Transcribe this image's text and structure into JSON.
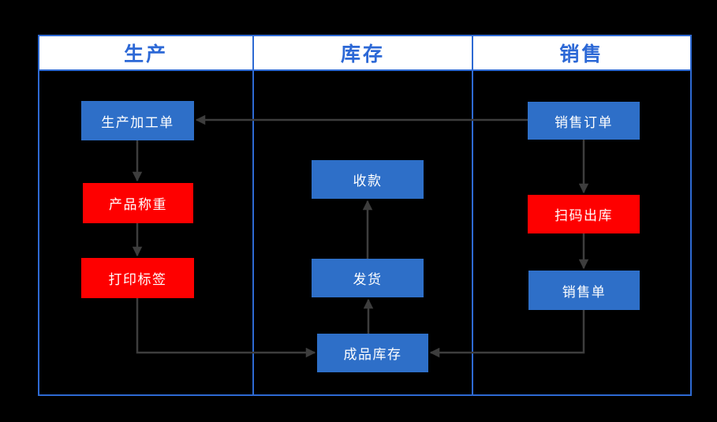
{
  "diagram": {
    "type": "flowchart-swimlane",
    "lanes": [
      {
        "label": "生产"
      },
      {
        "label": "库存"
      },
      {
        "label": "销售"
      }
    ],
    "nodes": [
      {
        "id": "production-order",
        "label": "生产加工单",
        "lane": "生产",
        "color": "#2e6fc8"
      },
      {
        "id": "product-weighing",
        "label": "产品称重",
        "lane": "生产",
        "color": "#fe0000"
      },
      {
        "id": "print-label",
        "label": "打印标签",
        "lane": "生产",
        "color": "#fe0000"
      },
      {
        "id": "receive-payment",
        "label": "收款",
        "lane": "库存",
        "color": "#2e6fc8"
      },
      {
        "id": "shipping",
        "label": "发货",
        "lane": "库存",
        "color": "#2e6fc8"
      },
      {
        "id": "finished-goods-inventory",
        "label": "成品库存",
        "lane": "库存",
        "color": "#2e6fc8"
      },
      {
        "id": "sales-order",
        "label": "销售订单",
        "lane": "销售",
        "color": "#2e6fc8"
      },
      {
        "id": "scan-outbound",
        "label": "扫码出库",
        "lane": "销售",
        "color": "#fe0000"
      },
      {
        "id": "sales-invoice",
        "label": "销售单",
        "lane": "销售",
        "color": "#2e6fc8"
      }
    ],
    "edges": [
      {
        "from": "sales-order",
        "to": "production-order"
      },
      {
        "from": "production-order",
        "to": "product-weighing"
      },
      {
        "from": "product-weighing",
        "to": "print-label"
      },
      {
        "from": "print-label",
        "to": "finished-goods-inventory"
      },
      {
        "from": "sales-order",
        "to": "scan-outbound"
      },
      {
        "from": "scan-outbound",
        "to": "sales-invoice"
      },
      {
        "from": "sales-invoice",
        "to": "finished-goods-inventory"
      },
      {
        "from": "finished-goods-inventory",
        "to": "shipping"
      },
      {
        "from": "shipping",
        "to": "receive-payment"
      }
    ],
    "colors": {
      "background": "#000000",
      "header_bg": "#ffffff",
      "header_text": "#2c68d6",
      "border": "#2e6ad3",
      "node_blue": "#2e6fc8",
      "node_red": "#fe0000",
      "node_text": "#ffffff",
      "arrow": "#3d3d3d"
    }
  }
}
